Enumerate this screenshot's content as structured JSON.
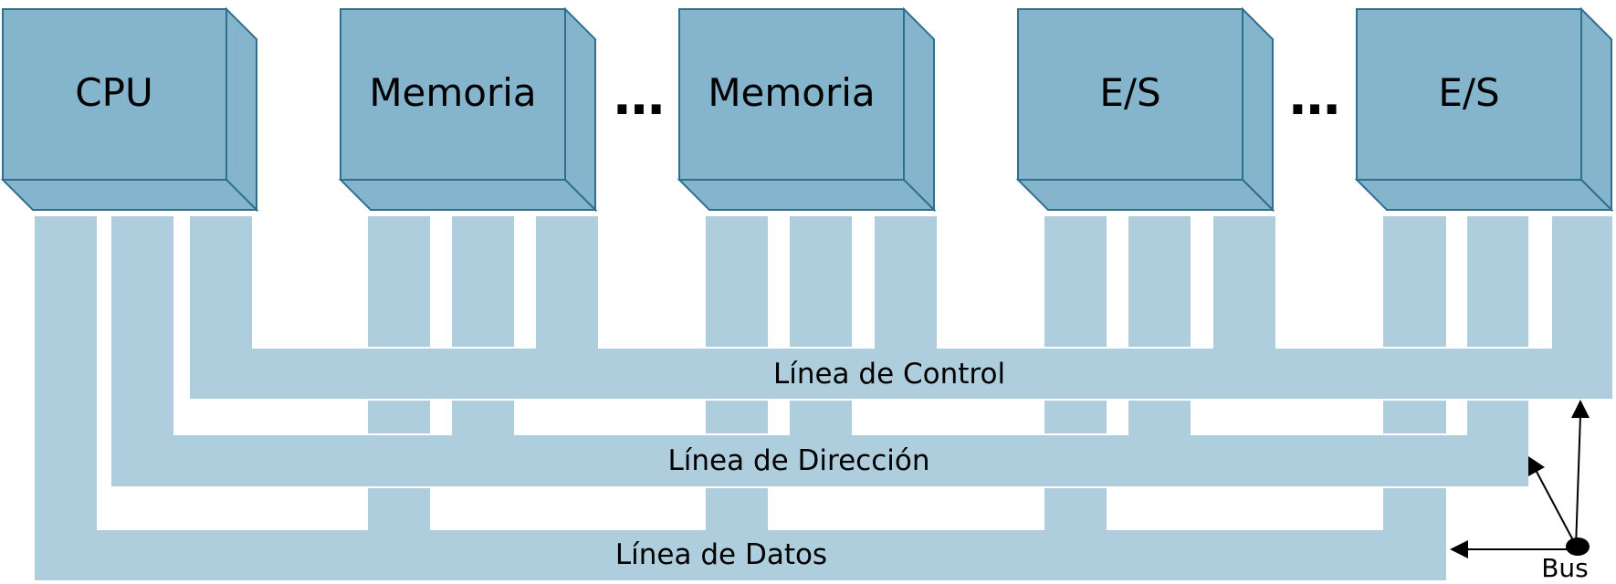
{
  "components": [
    {
      "id": "cpu",
      "label": "CPU"
    },
    {
      "id": "memoria-1",
      "label": "Memoria"
    },
    {
      "id": "memoria-2",
      "label": "Memoria"
    },
    {
      "id": "es-1",
      "label": "E/S"
    },
    {
      "id": "es-2",
      "label": "E/S"
    }
  ],
  "ellipsis": [
    "…",
    "…"
  ],
  "buses": {
    "control": "Línea de Control",
    "direccion": "Línea de Dirección",
    "datos": "Línea de Datos"
  },
  "legend": {
    "bus": "Bus"
  },
  "colors": {
    "box_fill": "#85b5cc",
    "box_stroke": "#2e6f8e",
    "bus_fill": "#aecedd"
  }
}
